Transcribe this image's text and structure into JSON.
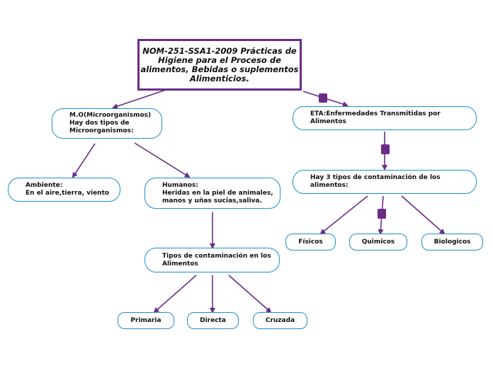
{
  "root": {
    "lines": [
      "NOM-251-SSA1-2009 Prácticas de",
      "Higiene para el Proceso de",
      "alimentos, Bebidas o suplementos",
      "Alimenticios."
    ]
  },
  "mo": {
    "lines": [
      "M.O(Microorganismos)",
      "Hay dos tipos de",
      "Microorganismos:"
    ]
  },
  "ambiente": {
    "lines": [
      "Ambiente:",
      "En el aire,tierra, viento"
    ]
  },
  "humanos": {
    "lines": [
      "Humanos:",
      "Heridas en la piel de animales,",
      "manos y uñas sucias,saliva."
    ]
  },
  "tipos_contaminacion": {
    "lines": [
      "Tipos de contaminación en los",
      "Alimentos"
    ]
  },
  "primaria": "Primaria",
  "directa": "Directa",
  "cruzada": "Cruzada",
  "eta": {
    "lines": [
      "ETA:Enfermedades Transmitidas por",
      "Alimentos"
    ]
  },
  "tres_tipos": {
    "lines": [
      "Hay 3 tipos de contaminación de los",
      "alimentos:"
    ]
  },
  "fisicos": "Físicos",
  "quimicos": "Quimicos",
  "biologicos": "Biologicos",
  "colors": {
    "edge": "#6a2c86",
    "node_border": "#1b8ed6",
    "root_border": "#6a2c86"
  }
}
